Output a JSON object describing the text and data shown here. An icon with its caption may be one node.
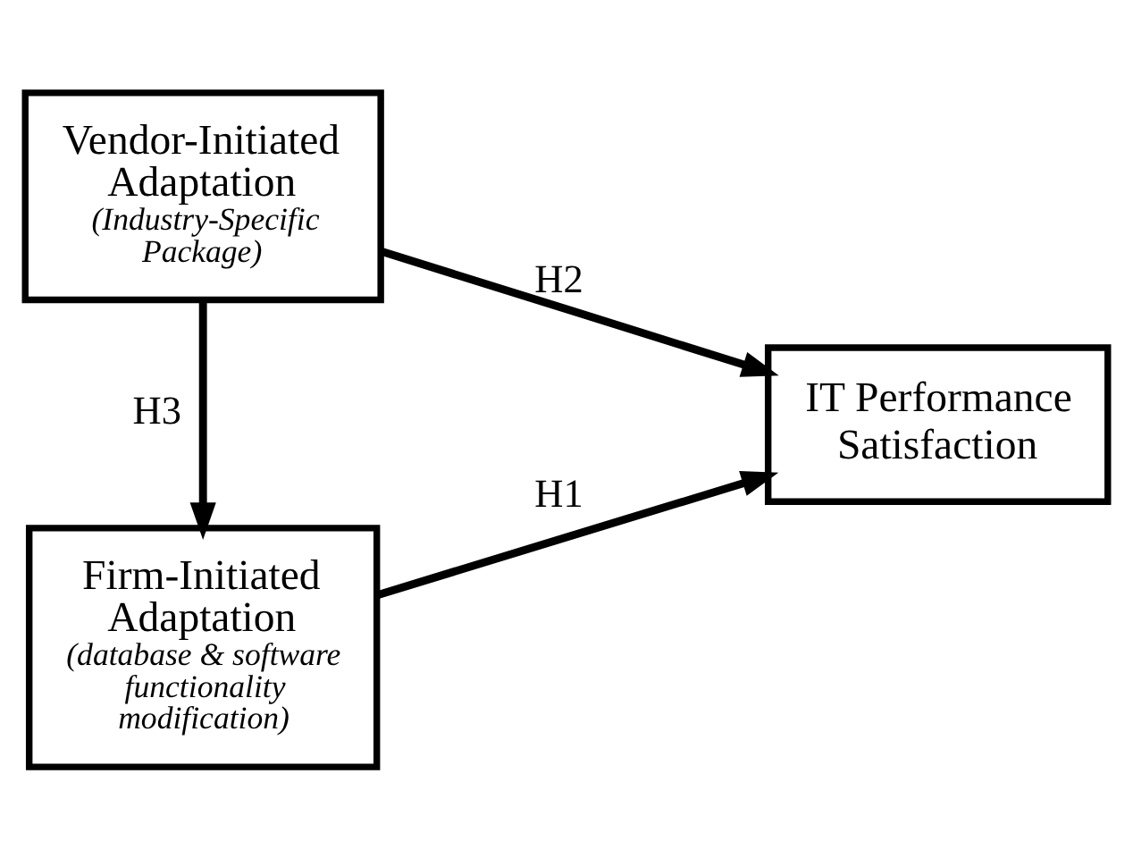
{
  "diagram": {
    "nodes": [
      {
        "text": [
          "Vendor-Initiated Adaptation",
          "(Industry-Specific Package)"
        ]
      },
      {
        "text": [
          "Firm-Initiated Adaptation",
          "(database & software functionality modification)"
        ]
      },
      {
        "text": [
          "IT Performance Satisfaction"
        ]
      }
    ],
    "edges": [
      {
        "from": 0,
        "to": 2,
        "arrow": "to",
        "label": "H2"
      },
      {
        "from": 0,
        "to": 1,
        "arrow": "to",
        "label": "H3"
      },
      {
        "from": 1,
        "to": 2,
        "arrow": "to",
        "label": "H1"
      }
    ]
  }
}
